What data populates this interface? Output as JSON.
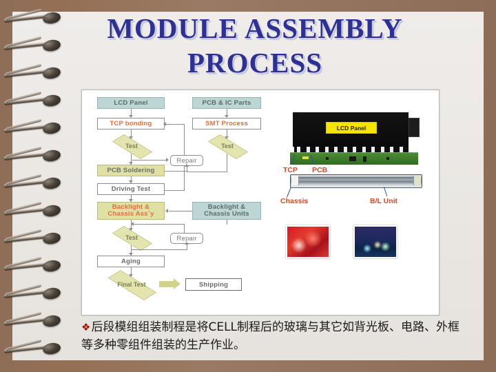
{
  "slide": {
    "title": "MODULE ASSEMBLY PROCESS",
    "title_color": "#2e3192",
    "border_color": "#8d6d58",
    "page_color": "#eae7e3"
  },
  "flowchart": {
    "nodes": {
      "lcd_panel": "LCD Panel",
      "tcp_bonding": "TCP bonding",
      "test1": "Test",
      "pcb_soldering": "PCB Soldering",
      "driving_test": "Driving Test",
      "backlight_assy_line1": "Backlight &",
      "backlight_assy_line2": "Chassis Ass`y",
      "test3": "Test",
      "aging": "Aging",
      "final_test": "Final Test",
      "shipping": "Shipping",
      "pcb_ic_parts": "PCB & IC Parts",
      "smt_process": "SMT Process",
      "test2": "Test",
      "repair1": "Repair",
      "repair2": "Repair",
      "backlight_units_line1": "Backlight &",
      "backlight_units_line2": "Chassis Units"
    },
    "colors": {
      "input_fill": "#bcd6d6",
      "process_fill": "#dfe0a4",
      "decision_fill": "#e3e4ae",
      "accent_text": "#e0703c",
      "line": "#8d8d8d"
    }
  },
  "photos": {
    "panel_label": "LCD Panel",
    "tcp_label": "TCP",
    "pcb_label": "PCB",
    "chassis_label": "Chassis",
    "bl_unit_label": "B/L Unit",
    "mini_red_name": "red-product-photo",
    "mini_blue_name": "night-city-photo"
  },
  "body_text": {
    "bullet_glyph": "❖",
    "line1": "后段模组组装制程是将CELL制程后的玻璃与其它如背光",
    "line2": "板、电路、外框等多种零组件组装的生产作业。"
  }
}
